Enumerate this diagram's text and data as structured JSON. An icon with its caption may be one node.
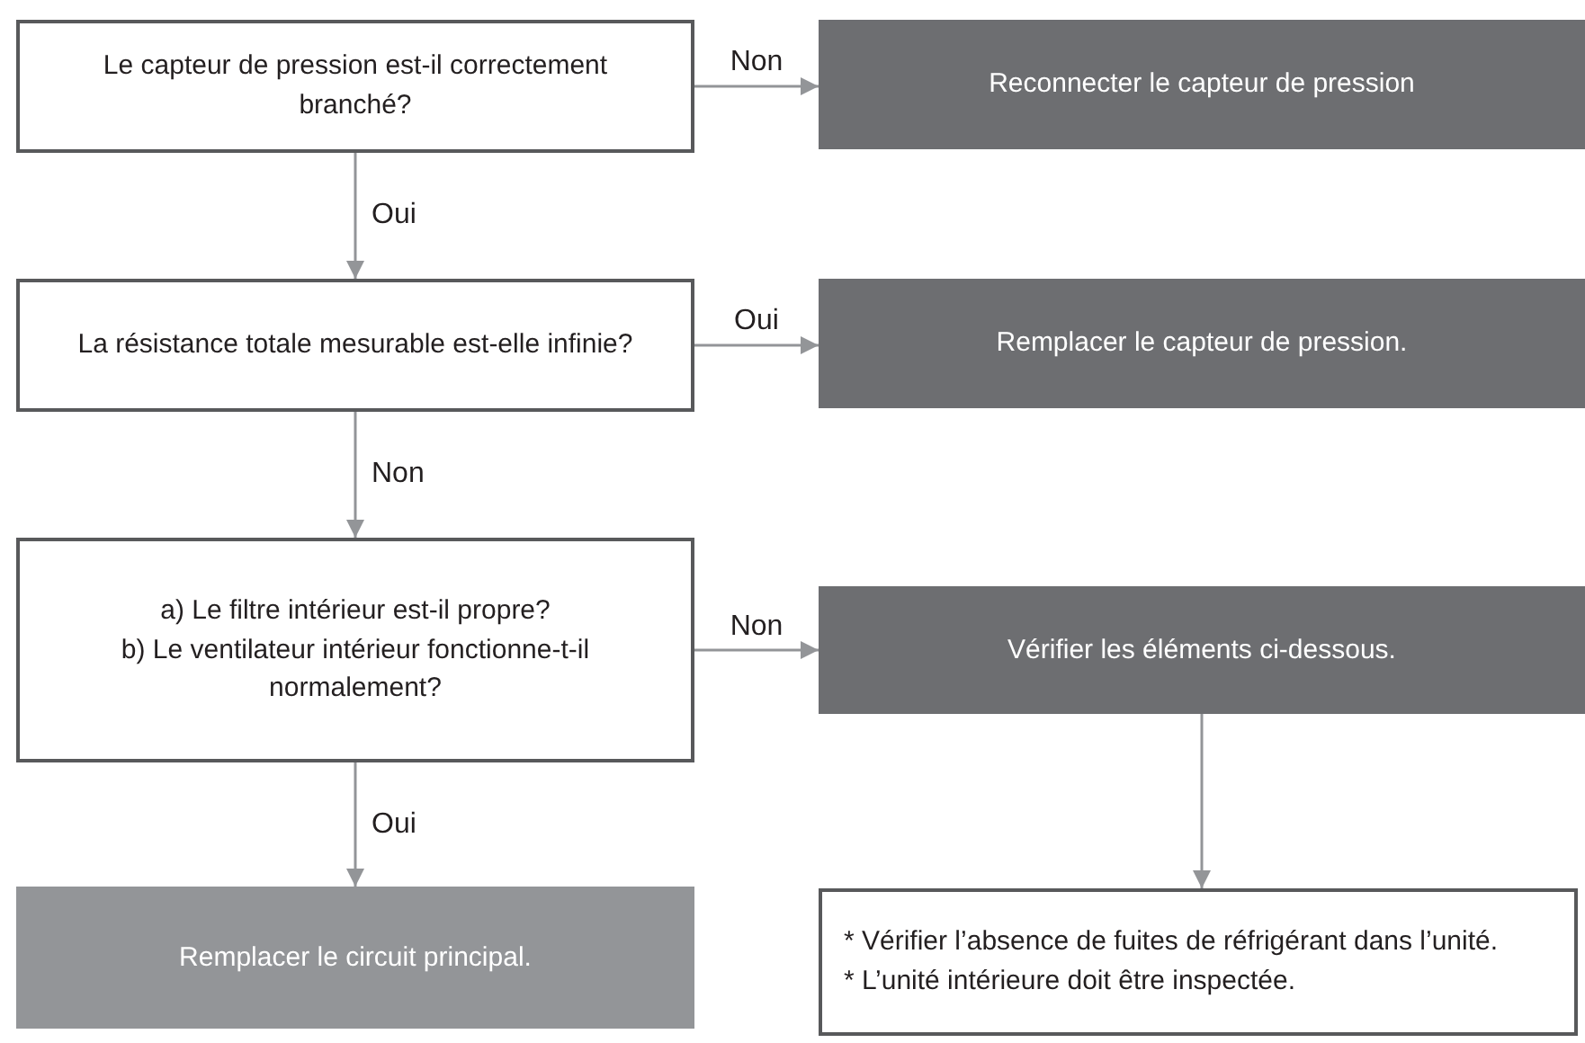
{
  "diagram": {
    "nodes": [
      {
        "text": [
          "Le capteur de pression est-il correctement branché?"
        ]
      },
      {
        "text": [
          "Reconnecter le capteur de pression"
        ]
      },
      {
        "text": [
          "La résistance totale mesurable est-elle infinie?"
        ]
      },
      {
        "text": [
          "Remplacer le capteur de pression."
        ]
      },
      {
        "text": [
          "a) Le filtre intérieur est-il propre?",
          "b) Le ventilateur intérieur fonctionne-t-il normalement?"
        ]
      },
      {
        "text": [
          "Vérifier les éléments ci-dessous."
        ]
      },
      {
        "text": [
          "Remplacer le circuit principal."
        ]
      },
      {
        "text": [
          "* Vérifier l’absence de fuites de réfrigérant dans l’unité.",
          "* L’unité intérieure doit être inspectée."
        ]
      }
    ],
    "edges": [
      {
        "from": 0,
        "to": 1,
        "arrow": "to",
        "label": "Non"
      },
      {
        "from": 0,
        "to": 2,
        "arrow": "to",
        "label": "Oui"
      },
      {
        "from": 2,
        "to": 3,
        "arrow": "to",
        "label": "Oui"
      },
      {
        "from": 2,
        "to": 4,
        "arrow": "to",
        "label": "Non"
      },
      {
        "from": 4,
        "to": 5,
        "arrow": "to",
        "label": "Non"
      },
      {
        "from": 4,
        "to": 6,
        "arrow": "to",
        "label": "Oui"
      },
      {
        "from": 5,
        "to": 7,
        "arrow": "to"
      }
    ]
  }
}
